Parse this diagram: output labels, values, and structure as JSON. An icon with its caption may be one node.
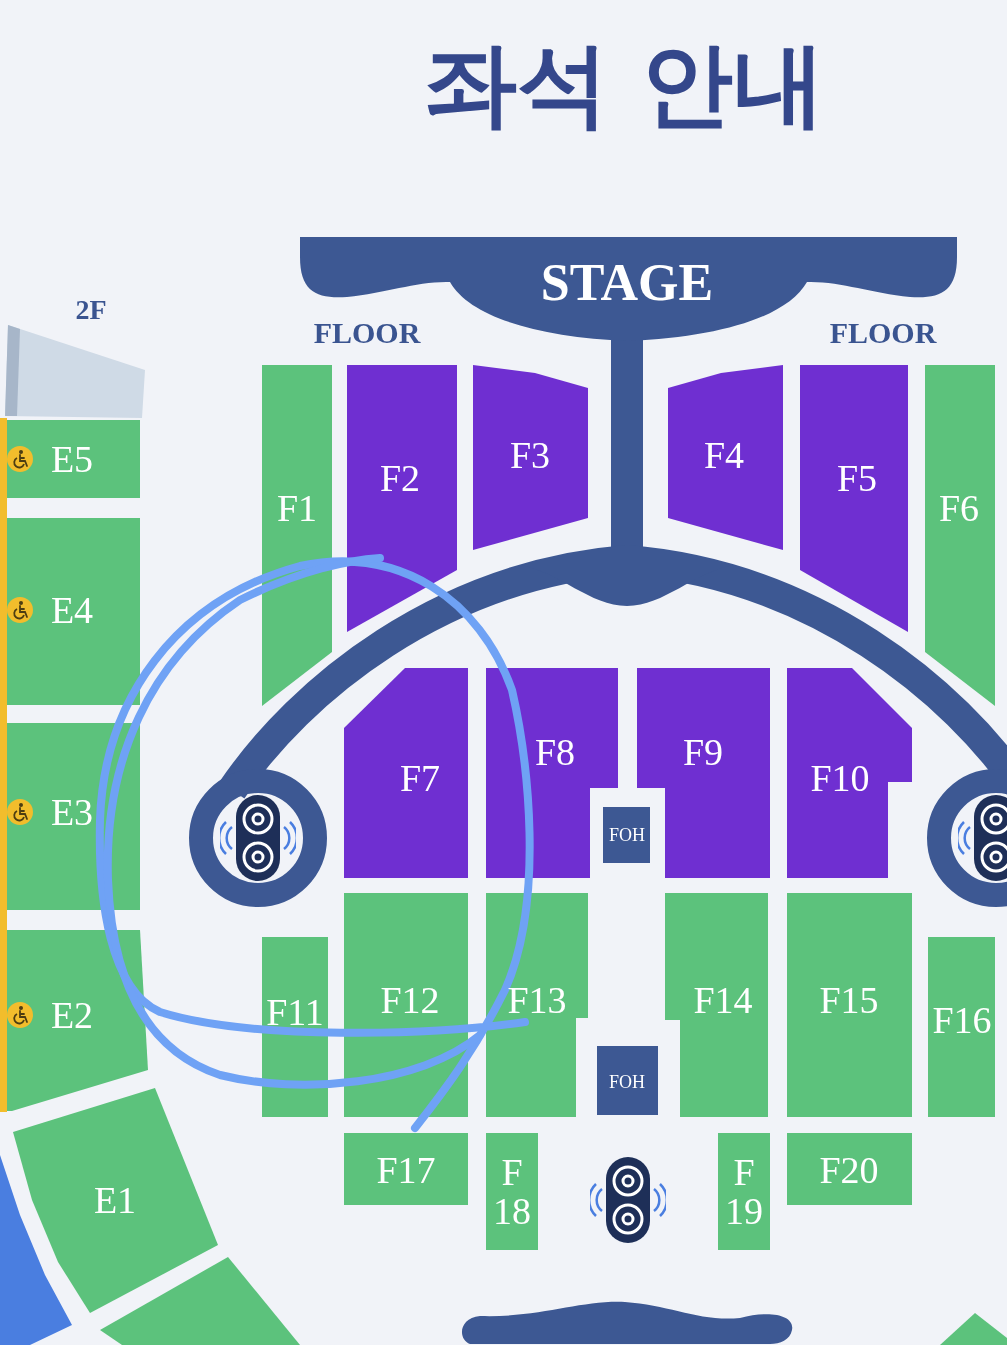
{
  "diagram": {
    "title": "좌석 안내",
    "nodes": [
      {
        "text": [
          "STAGE"
        ]
      },
      {
        "text": [
          "F1"
        ]
      },
      {
        "text": [
          "F2"
        ]
      },
      {
        "text": [
          "F3"
        ]
      },
      {
        "text": [
          "F4"
        ]
      },
      {
        "text": [
          "F5"
        ]
      },
      {
        "text": [
          "F6"
        ]
      },
      {
        "text": [
          "F7"
        ]
      },
      {
        "text": [
          "F8"
        ]
      },
      {
        "text": [
          "F9"
        ]
      },
      {
        "text": [
          "F10"
        ]
      },
      {
        "text": [
          "FOH"
        ]
      },
      {
        "text": [
          "F11"
        ]
      },
      {
        "text": [
          "F12"
        ]
      },
      {
        "text": [
          "F13"
        ]
      },
      {
        "text": [
          "F14"
        ]
      },
      {
        "text": [
          "F15"
        ]
      },
      {
        "text": [
          "F16"
        ]
      },
      {
        "text": [
          "FOH"
        ]
      },
      {
        "text": [
          "F17"
        ]
      },
      {
        "text": [
          "F 18"
        ]
      },
      {
        "text": [
          "F 19"
        ]
      },
      {
        "text": [
          "F20"
        ]
      },
      {
        "text": [],
        "shape": "box"
      },
      {
        "text": [
          "E5"
        ]
      },
      {
        "text": [
          "E4"
        ]
      },
      {
        "text": [
          "E3"
        ]
      },
      {
        "text": [
          "E2"
        ]
      },
      {
        "text": [
          "E1"
        ]
      },
      {
        "text": [],
        "shape": "box"
      },
      {
        "text": [],
        "shape": "box"
      },
      {
        "text": [],
        "shape": "box"
      },
      {
        "text": [],
        "shape": "bar"
      }
    ],
    "labels": [
      "2F",
      "FLOOR",
      "FLOOR"
    ]
  }
}
